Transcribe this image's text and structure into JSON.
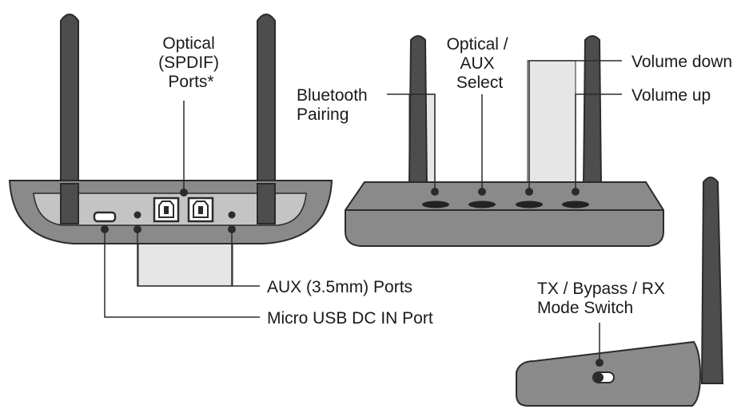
{
  "labels": {
    "optical_ports": [
      "Optical",
      "(SPDIF)",
      "Ports*"
    ],
    "bluetooth_pairing": [
      "Bluetooth",
      "Pairing"
    ],
    "optical_aux_select": [
      "Optical /",
      "AUX",
      "Select"
    ],
    "volume_down": "Volume down",
    "volume_up": "Volume up",
    "aux_ports": "AUX (3.5mm) Ports",
    "micro_usb": "Micro USB DC IN Port",
    "mode_switch": [
      "TX / Bypass / RX",
      "Mode Switch"
    ]
  },
  "colors": {
    "device_body": "#8a8a8a",
    "device_panel": "#c4c4c4",
    "antenna": "#4d4d4d",
    "outline": "#2b2b2b",
    "highlight_band": "#e6e6e6",
    "button": "#222222"
  }
}
